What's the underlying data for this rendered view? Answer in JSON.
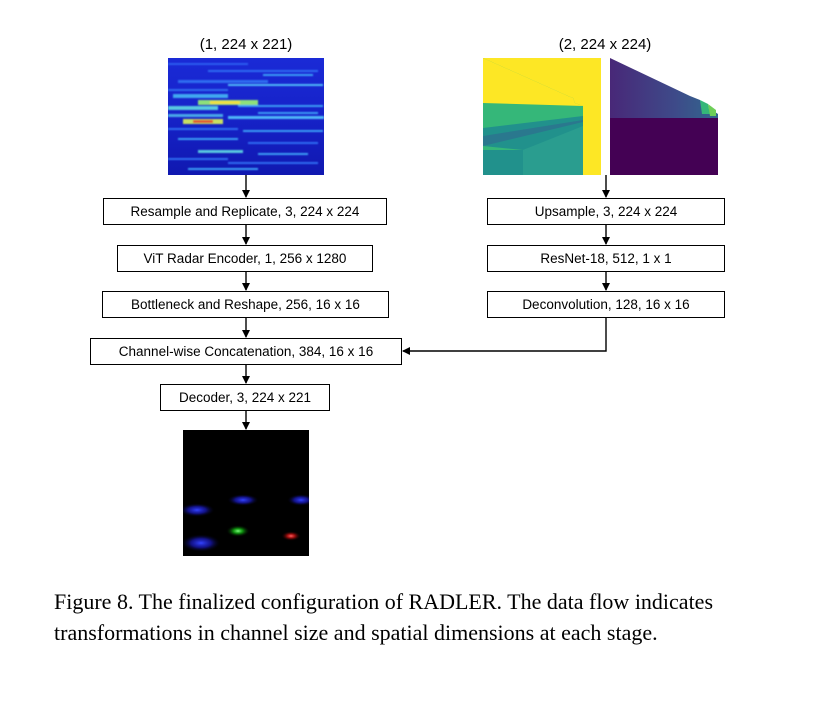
{
  "left_input": {
    "shape_label": "(1, 224 x 221)"
  },
  "right_input": {
    "shape_label": "(2, 224 x 224)"
  },
  "left_branch": [
    "Resample and Replicate, 3, 224 x 224",
    "ViT Radar Encoder, 1, 256 x 1280",
    "Bottleneck and Reshape, 256, 16 x 16"
  ],
  "right_branch": [
    "Upsample, 3, 224 x 224",
    "ResNet-18, 512, 1 x 1",
    "Deconvolution, 128, 16 x 16"
  ],
  "merge": {
    "concat": "Channel-wise Concatenation, 384, 16 x 16",
    "decoder": "Decoder, 3, 224 x 221"
  },
  "caption": "Figure 8. The finalized configuration of RADLER. The data flow indicates transformations in channel size and spatial dimensions at each stage.",
  "colors": {
    "radar_bg": "#1622c8",
    "viridis_yellow": "#fde725",
    "viridis_green": "#35b779",
    "viridis_teal": "#21918c",
    "viridis_purple": "#440154",
    "output_bg": "#000000"
  }
}
